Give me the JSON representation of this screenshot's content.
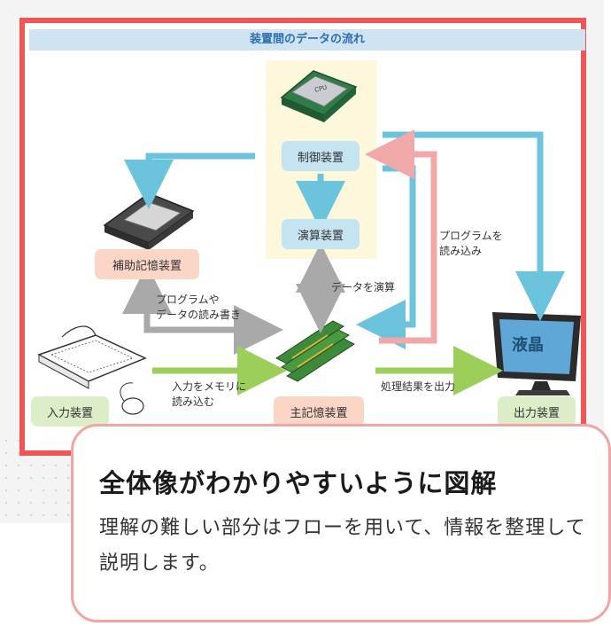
{
  "diagram": {
    "title": "装置間のデータの流れ",
    "nodes": {
      "control": "制御装置",
      "arithmetic": "演算装置",
      "auxiliary_storage": "補助記憶装置",
      "input": "入力装置",
      "main_memory": "主記憶装置",
      "output": "出力装置"
    },
    "edge_labels": {
      "read_write": "プログラムや\nデータの読み書き",
      "compute": "データを演算",
      "load_program": "プログラムを\n読み込み",
      "input_to_memory": "入力をメモリに\n読み込む",
      "output_result": "処理結果を出力"
    },
    "cpu_chip_text": "CPU",
    "monitor_text": "液晶"
  },
  "card": {
    "heading": "全体像がわかりやすいように図解",
    "body": "理解の難しい部分はフローを用いて、情報を整理して説明します。"
  }
}
